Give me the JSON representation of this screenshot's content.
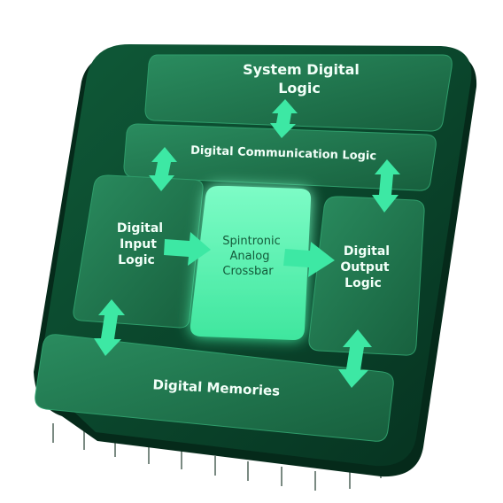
{
  "diagram": {
    "blocks": {
      "system_digital_logic": {
        "line1": "System Digital",
        "line2": "Logic"
      },
      "digital_communication_logic": {
        "label": "Digital Communication Logic"
      },
      "digital_input_logic": {
        "line1": "Digital",
        "line2": "Input",
        "line3": "Logic"
      },
      "spintronic_analog_crossbar": {
        "line1": "Spintronic",
        "line2": "Analog",
        "line3": "Crossbar"
      },
      "digital_output_logic": {
        "line1": "Digital",
        "line2": "Output",
        "line3": "Logic"
      },
      "digital_memories": {
        "label": "Digital Memories"
      }
    },
    "connections": [
      {
        "from": "system_digital_logic",
        "to": "digital_communication_logic",
        "type": "bidirectional"
      },
      {
        "from": "digital_communication_logic",
        "to": "digital_input_logic",
        "type": "bidirectional"
      },
      {
        "from": "digital_communication_logic",
        "to": "digital_output_logic",
        "type": "bidirectional"
      },
      {
        "from": "digital_input_logic",
        "to": "spintronic_analog_crossbar",
        "type": "directed"
      },
      {
        "from": "spintronic_analog_crossbar",
        "to": "digital_output_logic",
        "type": "directed"
      },
      {
        "from": "digital_input_logic",
        "to": "digital_memories",
        "type": "bidirectional"
      },
      {
        "from": "digital_output_logic",
        "to": "digital_memories",
        "type": "bidirectional"
      }
    ],
    "colors": {
      "chip_base": "#0b4a2e",
      "block_fill": "#1f7a52",
      "crossbar_fill": "#5cf5b0",
      "arrow_fill": "#3de8a4",
      "pin": "#7a8a82"
    }
  }
}
